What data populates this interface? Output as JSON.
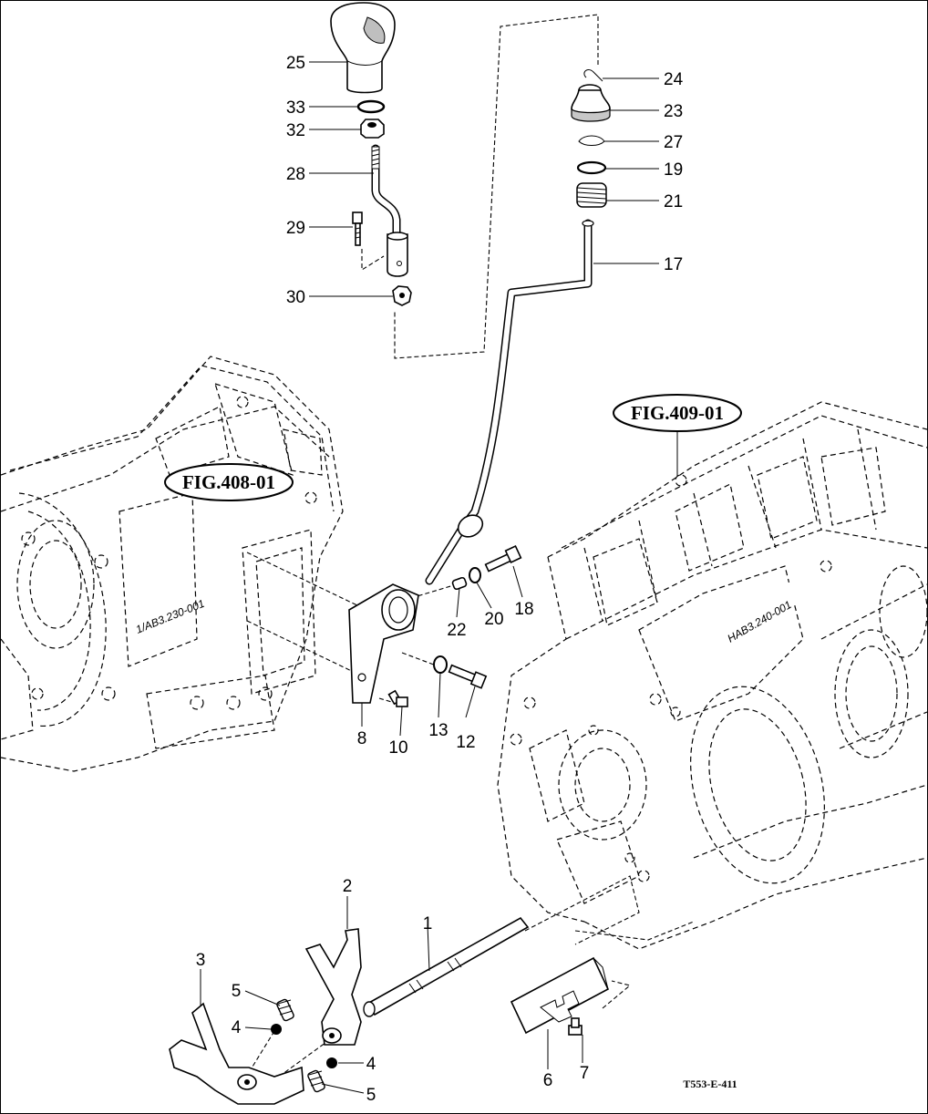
{
  "figure_labels": {
    "left_housing": "FIG.408-01",
    "right_housing": "FIG.409-01"
  },
  "drawing_code": "T553-E-411",
  "part_stamps": {
    "left_housing": "1/AB3.230-001",
    "right_housing": "HAB3.240-001"
  },
  "callouts": {
    "p25": "25",
    "p33": "33",
    "p32": "32",
    "p28": "28",
    "p29": "29",
    "p30": "30",
    "p24": "24",
    "p23": "23",
    "p27": "27",
    "p19": "19",
    "p21": "21",
    "p17": "17",
    "p22": "22",
    "p20": "20",
    "p18": "18",
    "p8": "8",
    "p10": "10",
    "p13": "13",
    "p12": "12",
    "p2": "2",
    "p1": "1",
    "p3": "3",
    "p5_top": "5",
    "p4_left": "4",
    "p4_right": "4",
    "p5_bottom": "5",
    "p6": "6",
    "p7": "7"
  }
}
